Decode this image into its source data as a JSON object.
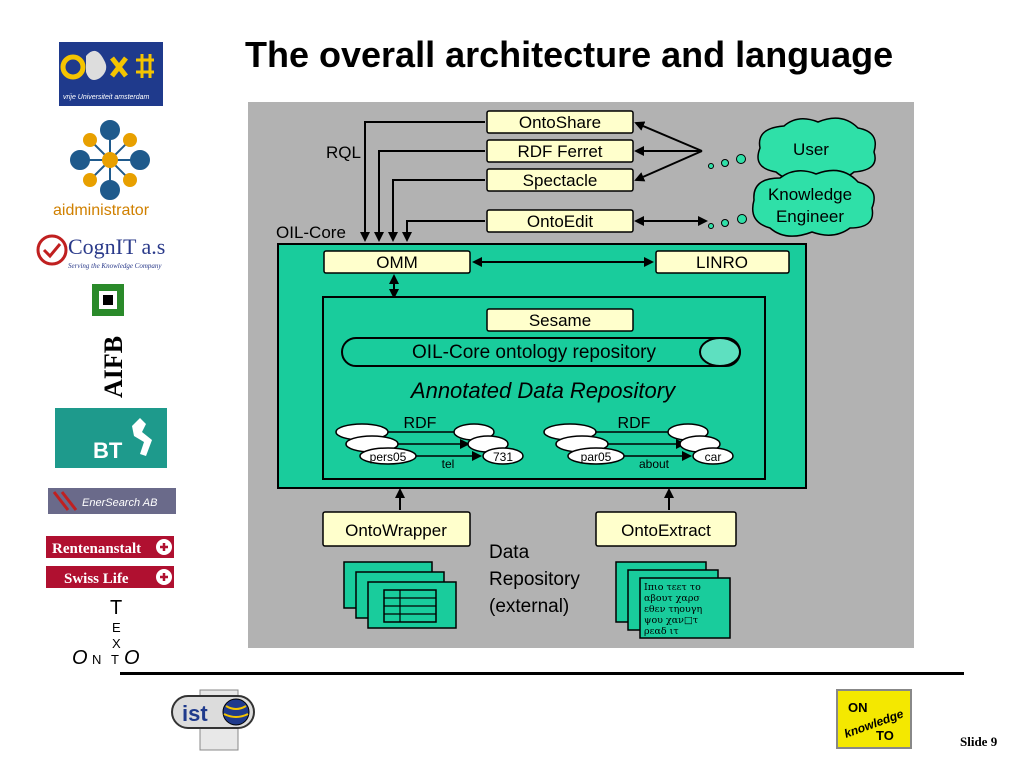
{
  "title": "The overall architecture and language",
  "colors": {
    "panel": "#b2b2b2",
    "accent_green": "#19cc9c",
    "box_yellow": "#ffffcc",
    "cloud_green": "#2fe0a8",
    "repo_gray": "#c8c8c8"
  },
  "diagram": {
    "rql_label": "RQL",
    "oil_core_label": "OIL-Core",
    "tools": [
      "OntoShare",
      "RDF Ferret",
      "Spectacle",
      "OntoEdit"
    ],
    "actors": [
      "User",
      "Knowledge Engineer"
    ],
    "omm": "OMM",
    "linro": "LINRO",
    "sesame": "Sesame",
    "repository": "OIL-Core ontology repository",
    "annotated": "Annotated Data Repository",
    "rdf_left": "RDF",
    "rdf_right": "RDF",
    "graph_left": {
      "subject": "pers05",
      "predicate": "tel",
      "object": "731"
    },
    "graph_right": {
      "subject": "par05",
      "predicate": "about",
      "object": "car"
    },
    "wrapper": "OntoWrapper",
    "extract": "OntoExtract",
    "data_repo": [
      "Data",
      "Repository",
      "(external)"
    ],
    "doc_text": [
      "Ιπιο τεετ το",
      "αβουτ χαρσ",
      "εθεν τηουγη",
      "ψου χαν□τ",
      "ρεαδ ιτ"
    ]
  },
  "logos": {
    "vu_caption": "vrije Universiteit  amsterdam",
    "aidministrator": "aidministrator",
    "cognit": "CognIT a.s",
    "cognit_tagline": "Serving the Knowledge Company",
    "aifb": "AIFB",
    "bt": "BT",
    "enersearch": "EnerSearch AB",
    "rentenanstalt": "Rentenanstalt",
    "swisslife": "Swiss Life",
    "ontotext": [
      "T",
      "E",
      "X",
      "T"
    ],
    "ontotext_o": "O",
    "ontotext_n": "N",
    "ist": "ist",
    "ontoknowledge": [
      "ON",
      "knowledge",
      "TO"
    ]
  },
  "footer": {
    "slide_label": "Slide  9"
  }
}
